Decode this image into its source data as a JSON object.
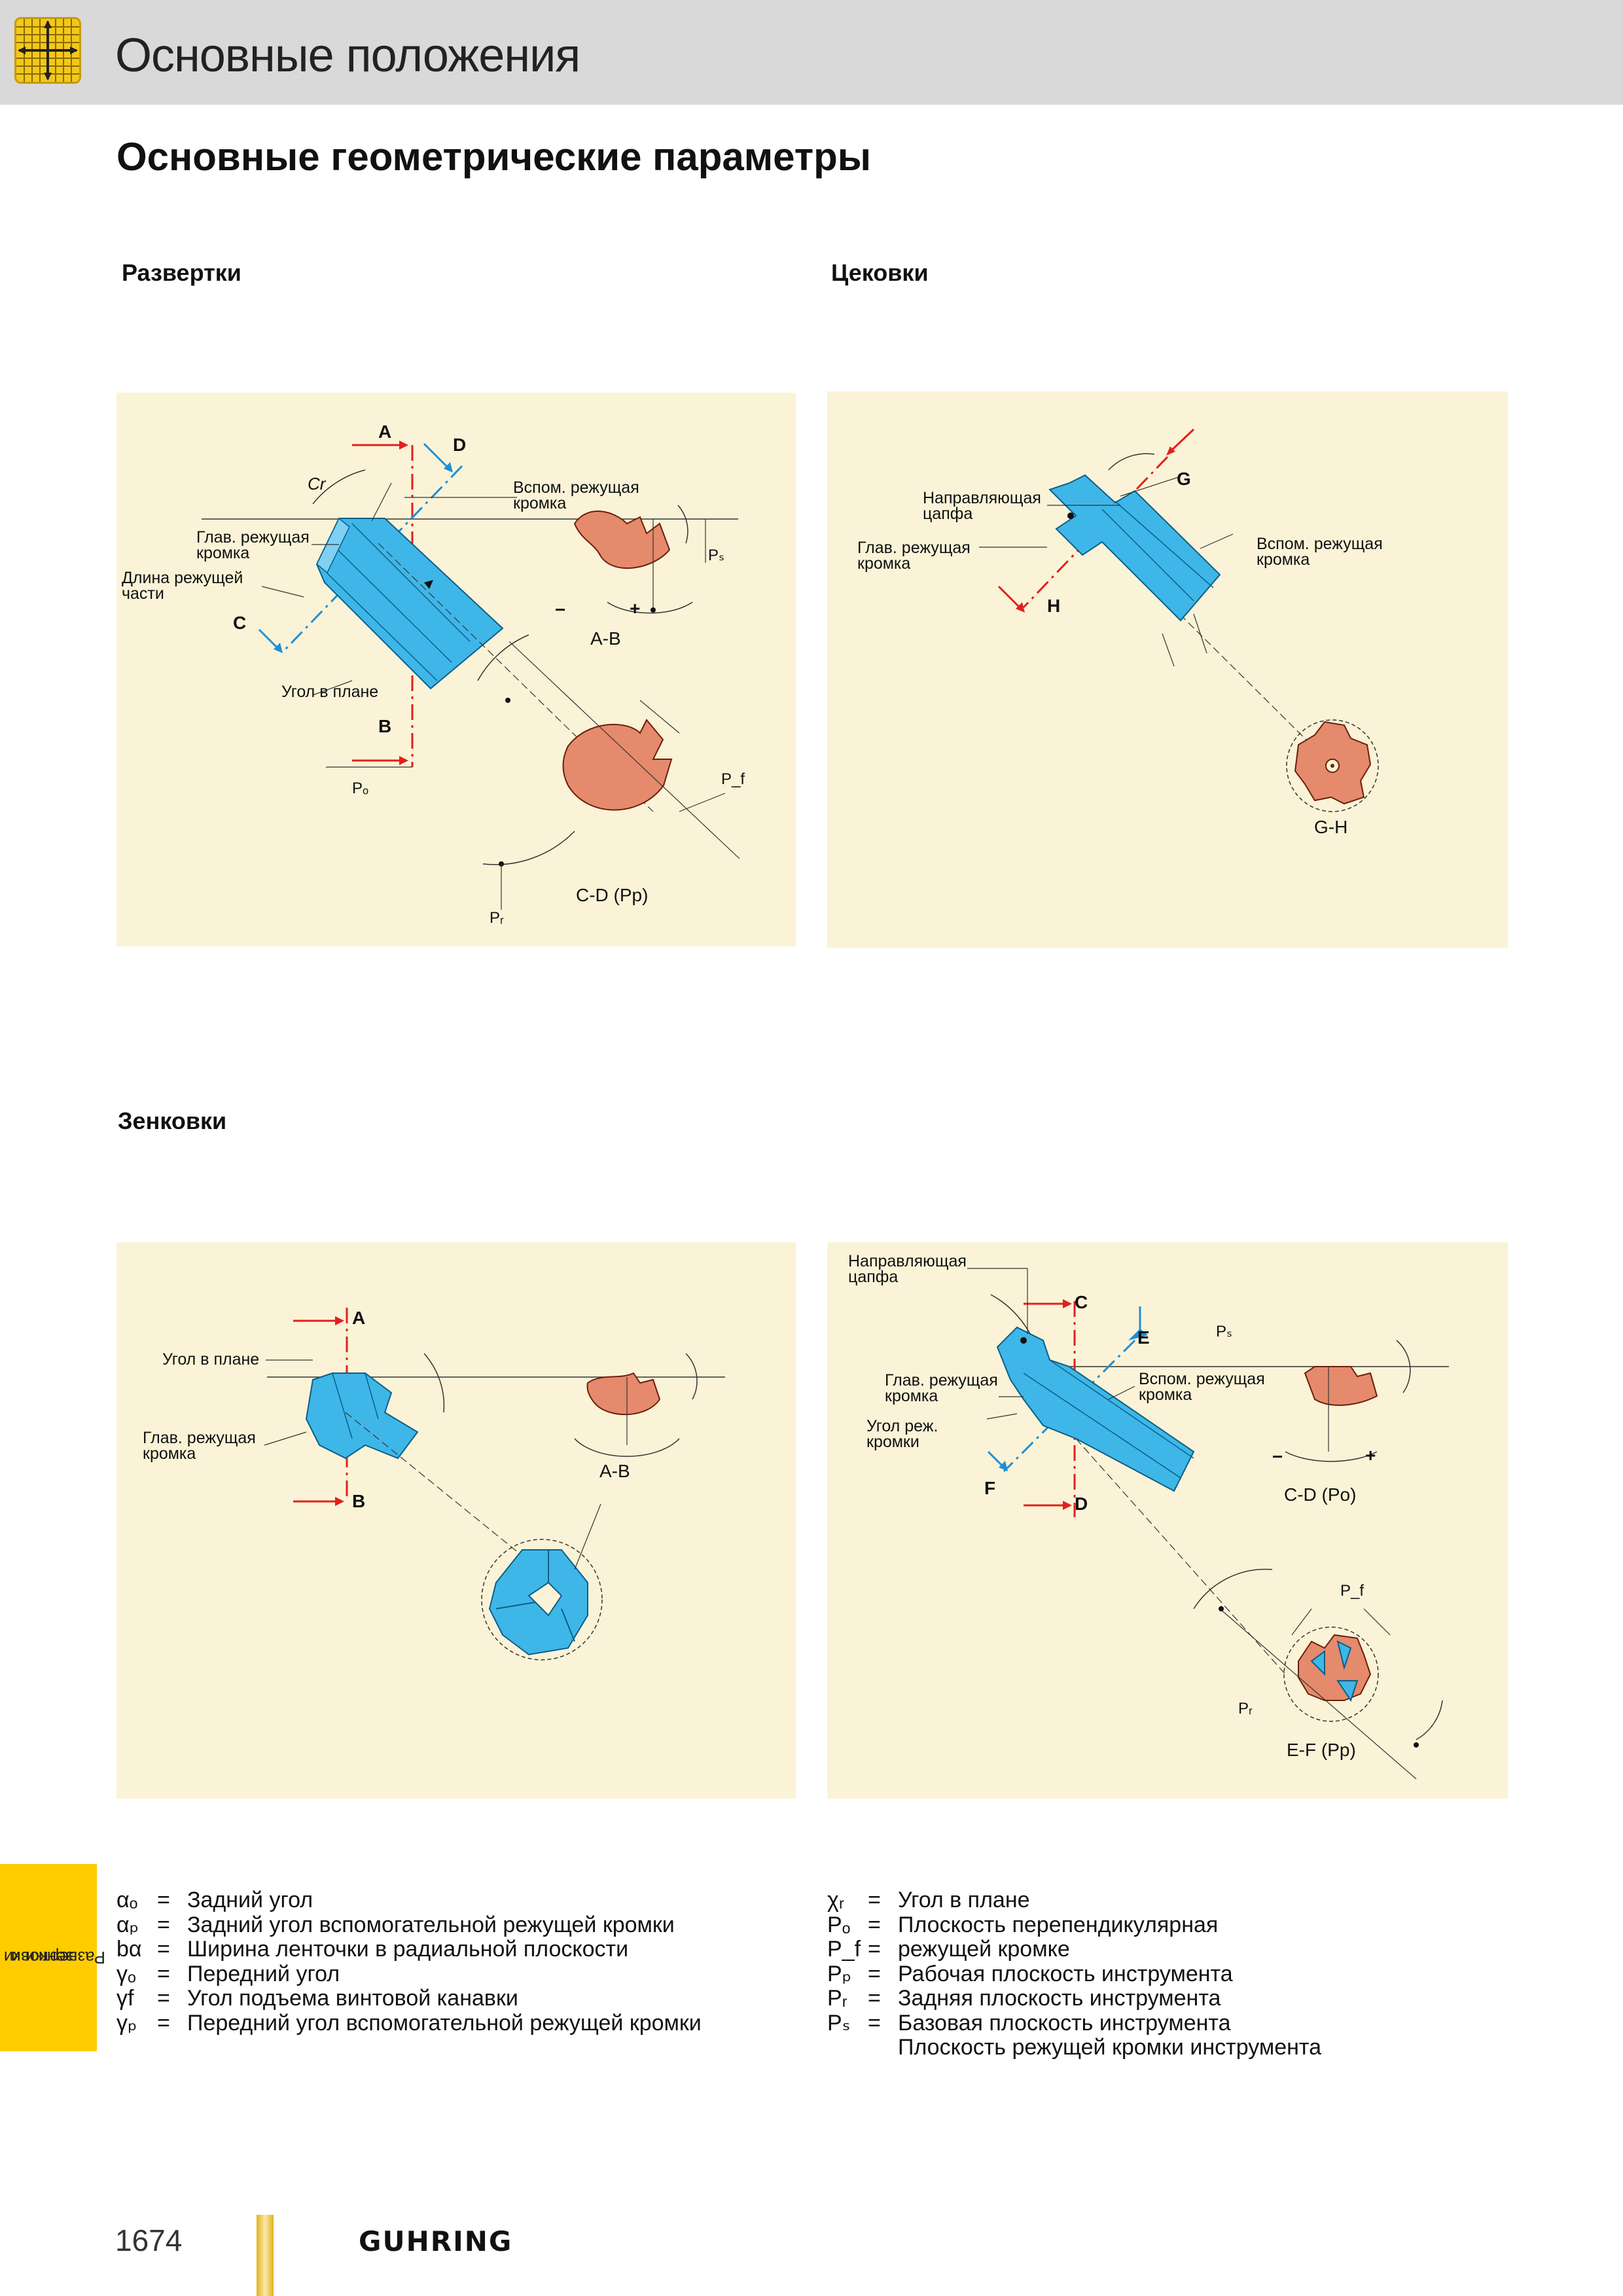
{
  "header": {
    "title": "Основные положения"
  },
  "page_title": "Основные геометрические параметры",
  "sections": {
    "reamers": "Развертки",
    "counterbores": "Цековки",
    "countersinks": "Зенковки"
  },
  "panel_reamers": {
    "labels": {
      "A": "A",
      "B": "B",
      "C": "C",
      "D": "D",
      "aux_edge_1": "Вспом. режущая",
      "aux_edge_2": "кромка",
      "main_edge_1": "Глав. режущая",
      "main_edge_2": "кромка",
      "cut_len_1": "Длина режущей",
      "cut_len_2": "части",
      "plan_angle": "Угол в плане",
      "po": "Pₒ",
      "pr": "Pᵣ",
      "ps": "Pₛ",
      "pf": "P_f",
      "section_ab": "A-B",
      "section_cd": "C-D (Pp)",
      "plus": "+",
      "minus": "−"
    }
  },
  "panel_counterbores": {
    "labels": {
      "G": "G",
      "H": "H",
      "pilot_1": "Направляющая",
      "pilot_2": "цапфа",
      "main_edge_1": "Глав. режущая",
      "main_edge_2": "кромка",
      "aux_edge_1": "Вспом. режущая",
      "aux_edge_2": "кромка",
      "section_gh": "G-H"
    }
  },
  "panel_countersink_left": {
    "labels": {
      "A": "A",
      "B": "B",
      "plan_angle": "Угол в плане",
      "main_edge_1": "Глав. режущая",
      "main_edge_2": "кромка",
      "section_ab": "A-B"
    }
  },
  "panel_countersink_right": {
    "labels": {
      "C": "C",
      "D": "D",
      "E": "E",
      "F": "F",
      "pilot_1": "Направляющая",
      "pilot_2": "цапфа",
      "main_edge_1": "Глав. режущая",
      "main_edge_2": "кромка",
      "angle_1": "Угол реж.",
      "angle_2": "кромки",
      "aux_edge_1": "Вспом. режущая",
      "aux_edge_2": "кромка",
      "ps": "Pₛ",
      "pf": "P_f",
      "pr": "Pᵣ",
      "section_cd": "C-D (Po)",
      "section_ef": "E-F (Pp)",
      "plus": "+",
      "minus": "−"
    }
  },
  "legend_left": [
    {
      "sym": "αₒ",
      "eq": "=",
      "text": "Задний угол"
    },
    {
      "sym": "αₚ",
      "eq": "=",
      "text": "Задний угол вспомогательной режущей кромки"
    },
    {
      "sym": "bα",
      "eq": "=",
      "text": "Ширина ленточки в радиальной плоскости"
    },
    {
      "sym": "γₒ",
      "eq": "=",
      "text": "Передний угол"
    },
    {
      "sym": "γf",
      "eq": "=",
      "text": "Угол подъема винтовой канавки"
    },
    {
      "sym": "γₚ",
      "eq": "=",
      "text": "Передний угол вспомогательной режущей кромки"
    }
  ],
  "legend_right": [
    {
      "sym": "χᵣ",
      "eq": "=",
      "text": "Угол в плане"
    },
    {
      "sym": "Pₒ",
      "eq": "=",
      "text": "Плоскость перепендикулярная"
    },
    {
      "sym": "P_f",
      "eq": "=",
      "text": "режущей кромке"
    },
    {
      "sym": "Pₚ",
      "eq": "=",
      "text": "Рабочая плоскость инструмента"
    },
    {
      "sym": "Pᵣ",
      "eq": "=",
      "text": "Задняя плоскость инструмента"
    },
    {
      "sym": "Pₛ",
      "eq": "=",
      "text": "Базовая плоскость инструмента"
    },
    {
      "sym": "",
      "eq": "",
      "text": "Плоскость режущей кромки инструмента"
    }
  ],
  "side_tab": {
    "line1": "Развертки и",
    "line2": "зенковки"
  },
  "footer": {
    "page_number": "1674",
    "brand": "GUHRING"
  },
  "colors": {
    "panel_bg": "#fbf3d7",
    "tool_blue": "#3fb6e8",
    "section_red": "#e58a6c",
    "cut_line_red": "#e2201c",
    "arrow_blue": "#1f8fd6",
    "tab_yellow": "#ffcc00"
  }
}
